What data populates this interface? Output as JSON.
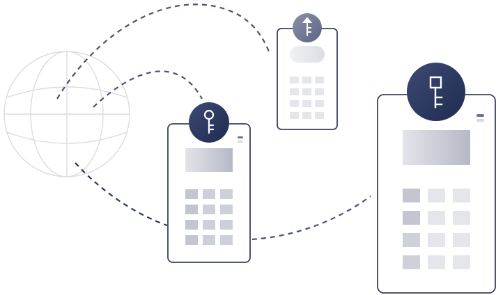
{
  "colors": {
    "dash": "#7a7f99",
    "dash_dark": "#2c3559",
    "device_stroke": "#3a4160",
    "badge_dark": "#1f2b4f",
    "badge_mid": "#3d4a73",
    "badge_light": "#6f7790",
    "key_glyph": "#ffffff",
    "globe_stroke": "#d9d9dd",
    "screen_grad_start": "#e3e4ea",
    "screen_grad_end": "#b8bac6",
    "key_cell_dark": "#c3c6d1",
    "key_cell_light": "#e4e6ec"
  },
  "icons": {
    "globe": "globe-icon",
    "key_small": "key-icon",
    "key_medium": "key-icon",
    "key_large": "key-icon"
  },
  "devices": [
    {
      "id": "small",
      "keypad_rows": 4,
      "keypad_cols": 3
    },
    {
      "id": "medium",
      "keypad_rows": 4,
      "keypad_cols": 3
    },
    {
      "id": "large",
      "keypad_rows": 4,
      "keypad_cols": 3
    }
  ]
}
